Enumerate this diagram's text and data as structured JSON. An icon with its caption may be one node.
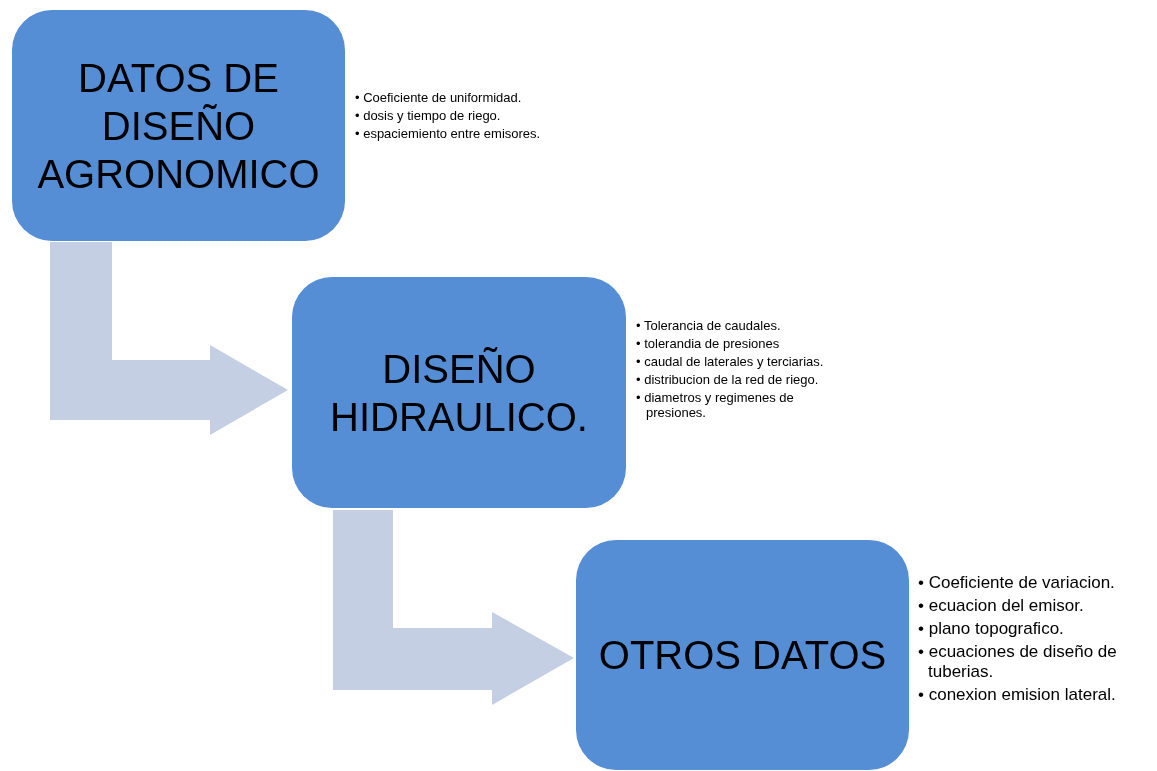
{
  "diagram": {
    "nodes": [
      {
        "text": [
          "DATOS DE DISEÑO AGRONOMICO"
        ],
        "beside": [
          "• Coeficiente de uniformidad.",
          "• dosis y tiempo de riego.",
          "• espaciemiento entre emisores."
        ]
      },
      {
        "text": [
          "DISEÑO HIDRAULICO."
        ],
        "beside": [
          "• Tolerancia de caudales.",
          "• tolerandia de presiones",
          "• caudal de laterales y terciarias.",
          "• distribucion de la red de riego.",
          "• diametros y regimenes de presiones."
        ]
      },
      {
        "text": [
          "OTROS DATOS"
        ],
        "beside": [
          "• Coeficiente de variacion.",
          "• ecuacion del emisor.",
          "• plano topografico.",
          "• ecuaciones de diseño de tuberias.",
          "• conexion emision lateral."
        ]
      }
    ],
    "edges": [
      {
        "from": 0,
        "to": 1,
        "arrow": "to",
        "style": "thick",
        "color": "#c5cfe3"
      },
      {
        "from": 1,
        "to": 2,
        "arrow": "to",
        "style": "thick",
        "color": "#c5cfe3"
      }
    ]
  }
}
